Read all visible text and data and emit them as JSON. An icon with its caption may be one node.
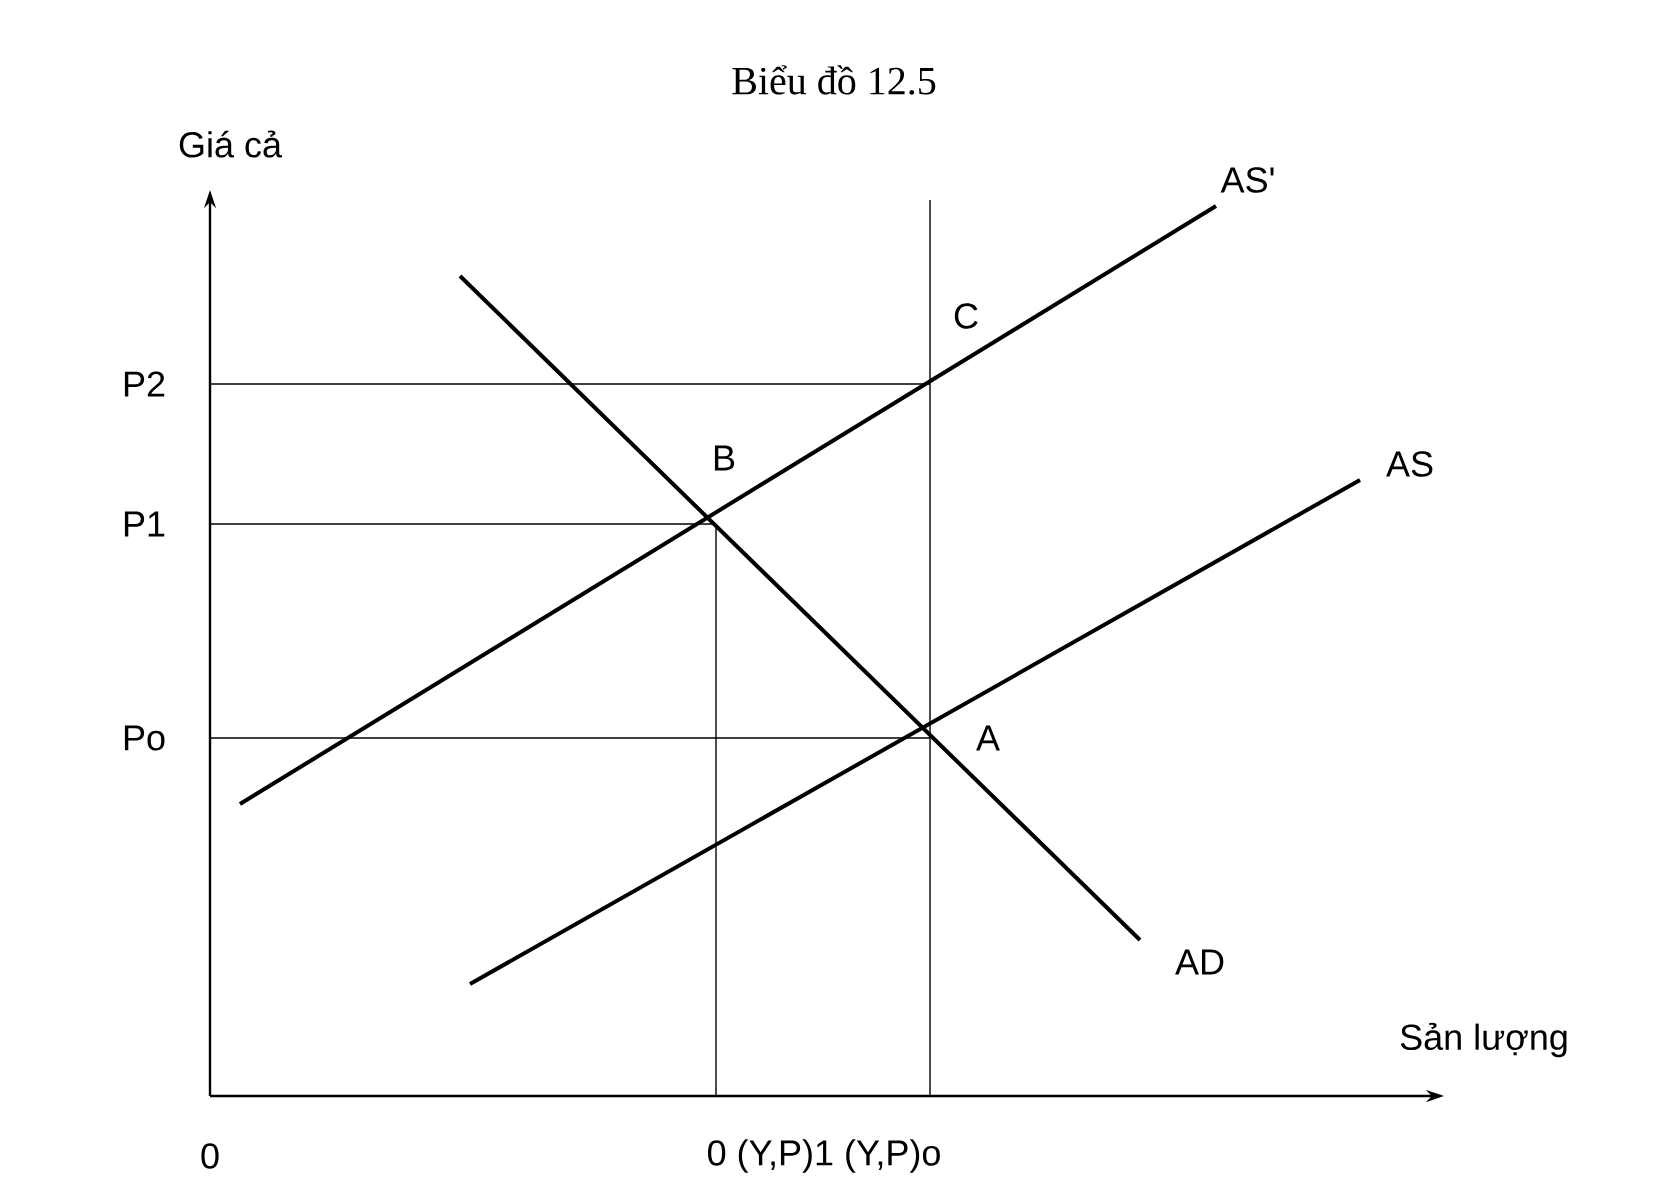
{
  "diagram": {
    "title": "Biểu đồ 12.5",
    "labels": [
      "Giá cả",
      "AS'",
      "C",
      "P2",
      "B",
      "AS",
      "P1",
      "Po",
      "A",
      "AD",
      "Sản lượng",
      "0",
      "0 (Y,P)1 (Y,P)o"
    ]
  }
}
